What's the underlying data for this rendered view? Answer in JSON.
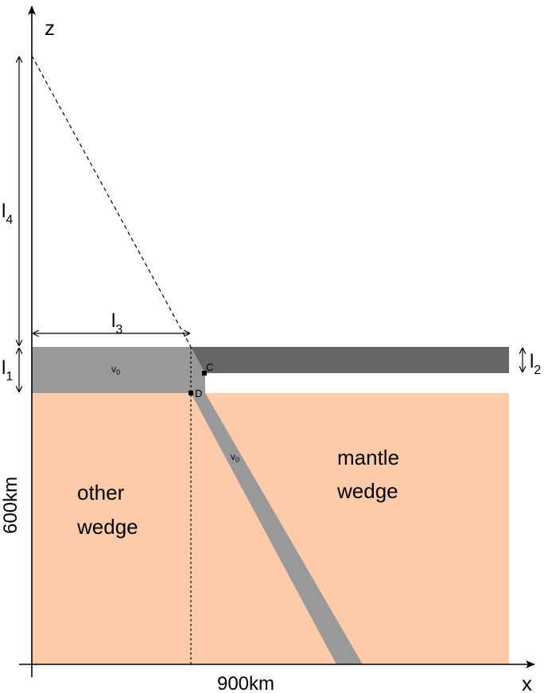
{
  "axes": {
    "x_label": "x",
    "z_label": "z",
    "x_extent": "900km",
    "z_extent": "600km"
  },
  "dimensions": {
    "l1": {
      "base": "l",
      "sub": "1"
    },
    "l2": {
      "base": "l",
      "sub": "2"
    },
    "l3": {
      "base": "l",
      "sub": "3"
    },
    "l4": {
      "base": "l",
      "sub": "4"
    }
  },
  "regions": {
    "other_wedge": [
      "other",
      "wedge"
    ],
    "mantle_wedge": [
      "mantle",
      "wedge"
    ]
  },
  "velocities": {
    "plate": {
      "base": "v",
      "sub": "0"
    },
    "slab": {
      "base": "v",
      "sub": "0"
    }
  },
  "points": {
    "c": "C",
    "d": "D"
  },
  "colors": {
    "mantle": "#fdcbaa",
    "plate": "#999999",
    "overriding_plate": "#666666",
    "axis": "#000000"
  }
}
